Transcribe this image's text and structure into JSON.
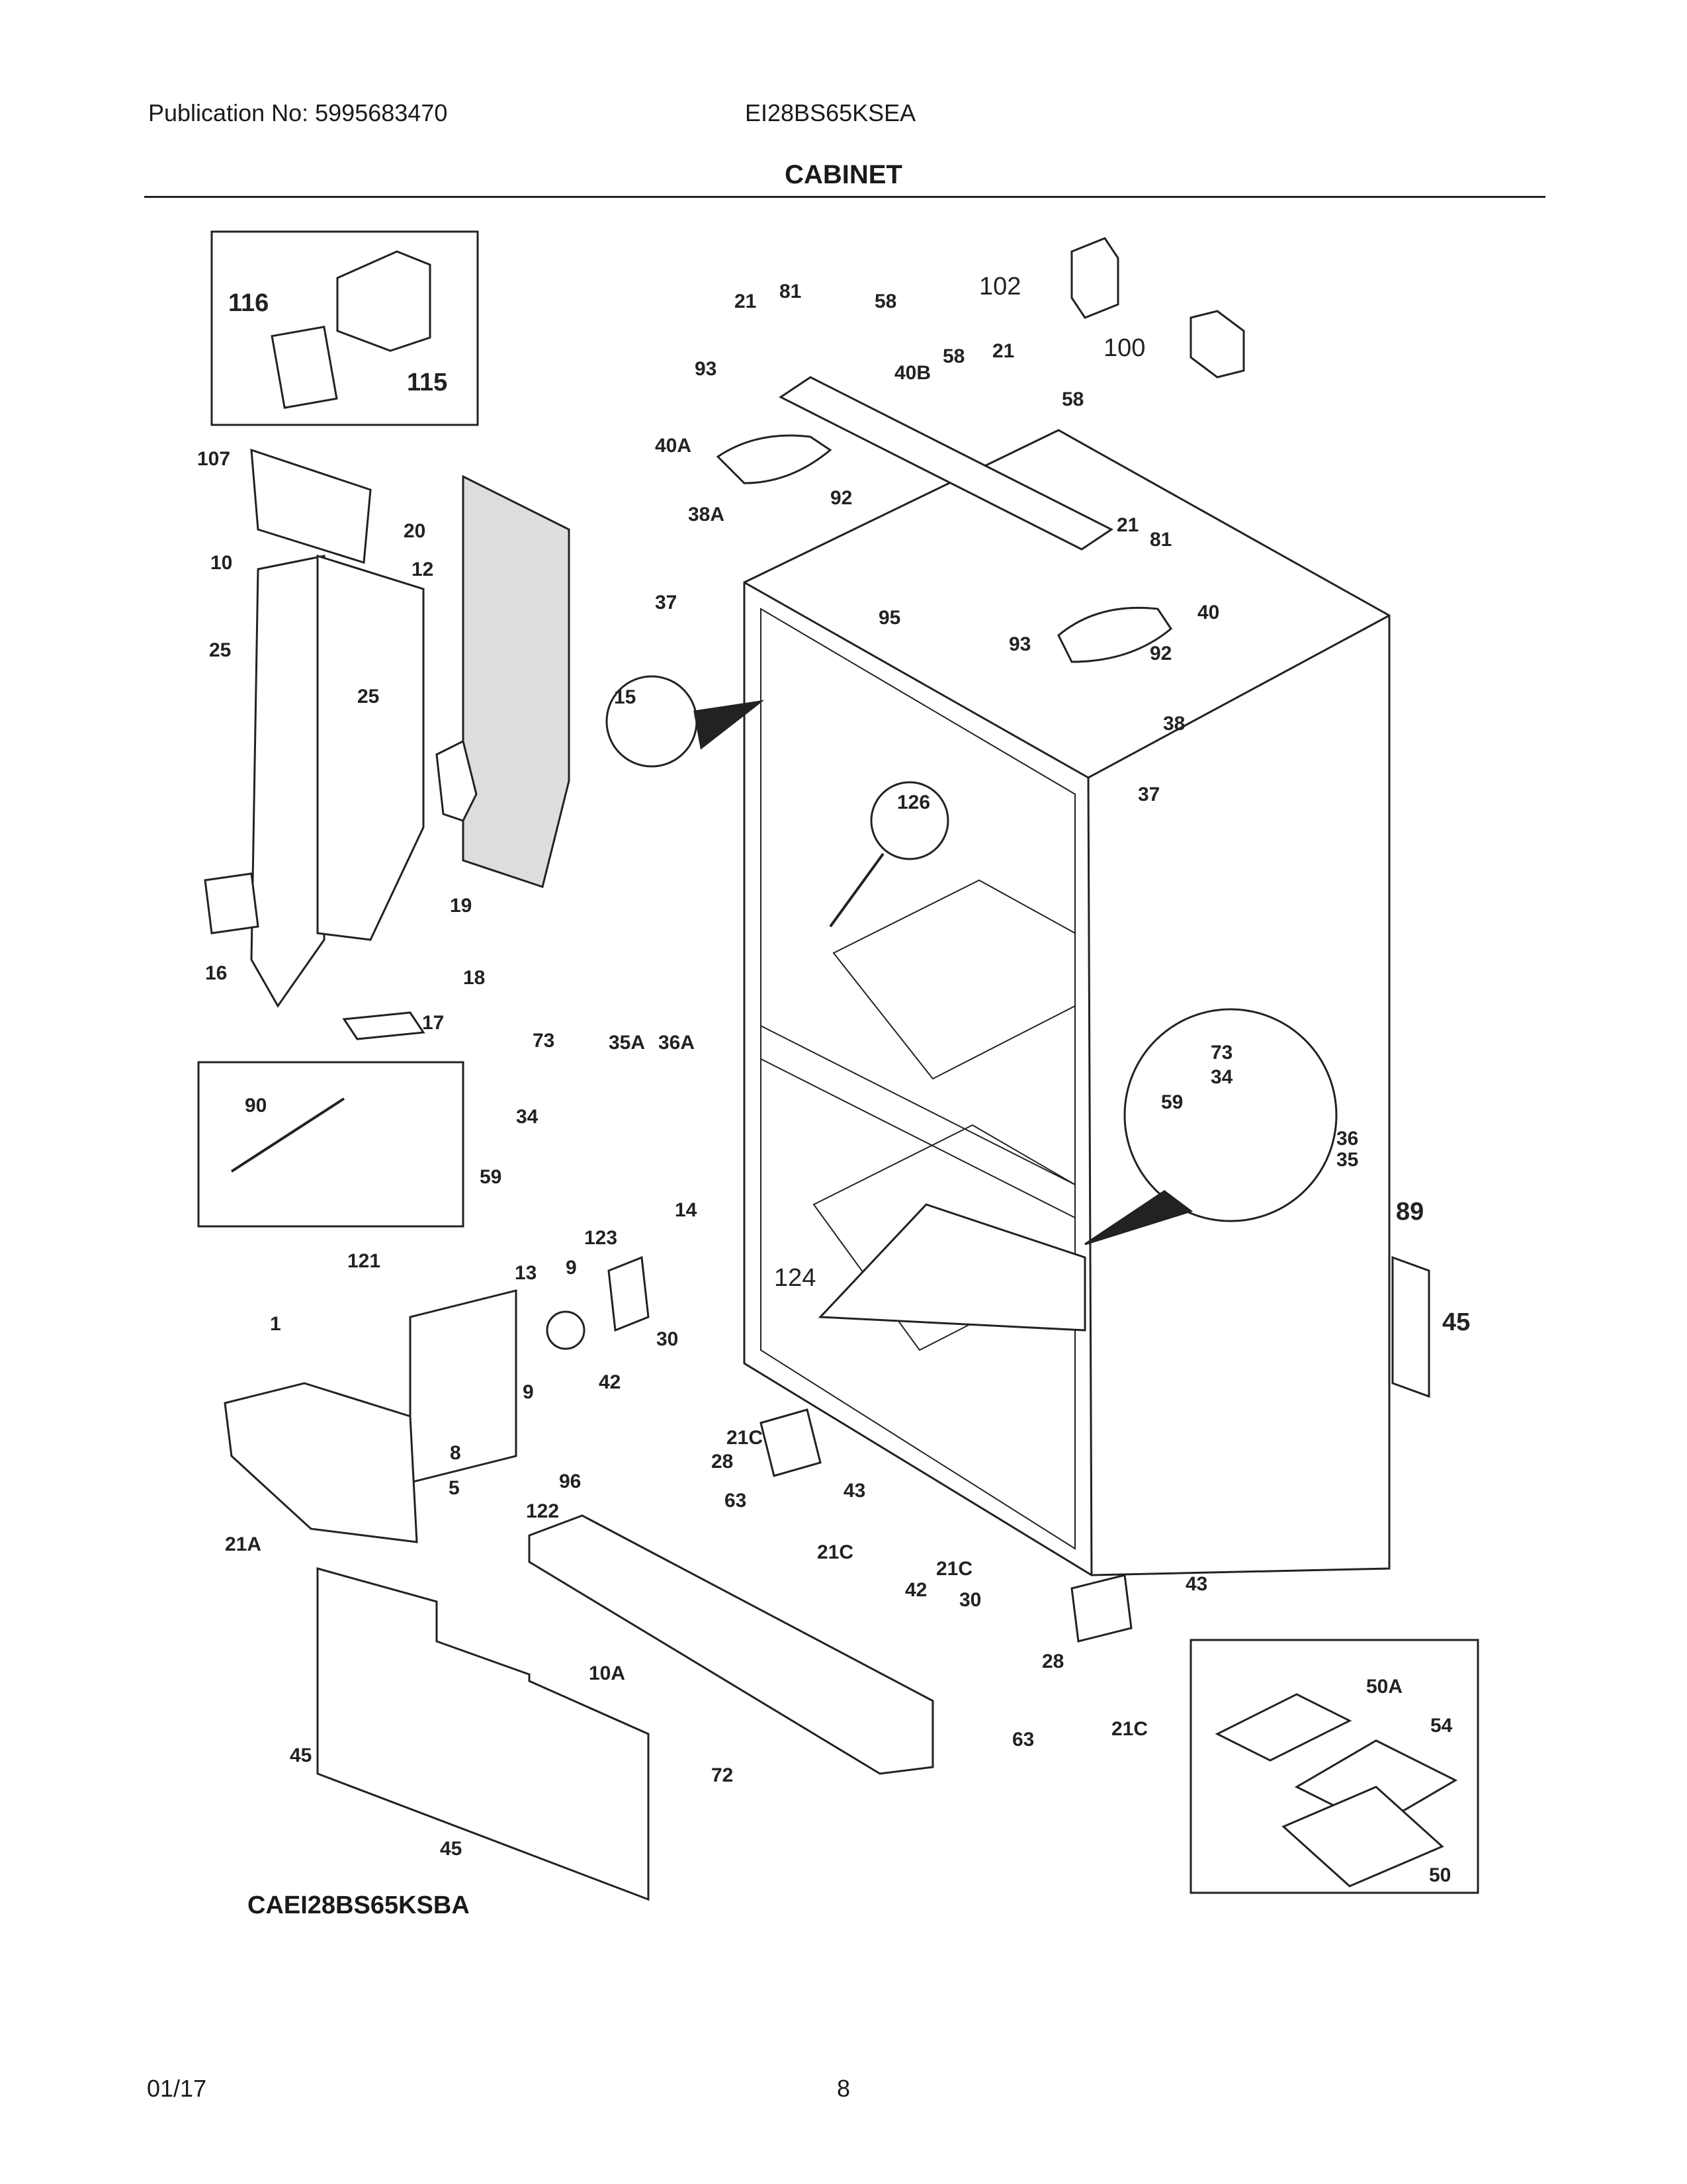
{
  "header": {
    "publication": "Publication No: 5995683470",
    "model": "EI28BS65KSEA",
    "title": "CABINET"
  },
  "footer": {
    "catalog_code": "CAEI28BS65KSBA",
    "date": "01/17",
    "page_number": "8"
  },
  "callouts": {
    "c116": "116",
    "c115": "115",
    "c107": "107",
    "c20": "20",
    "c10": "10",
    "c12": "12",
    "c25a": "25",
    "c25b": "25",
    "c19": "19",
    "c16": "16",
    "c18": "18",
    "c17": "17",
    "c90": "90",
    "c21a": "21",
    "c81a": "81",
    "c58a": "58",
    "c102": "102",
    "c93a": "93",
    "c40b": "40B",
    "c58b": "58",
    "c21b": "21",
    "c100": "100",
    "c58c": "58",
    "c40a": "40A",
    "c92a": "92",
    "c38a": "38A",
    "c21c": "21",
    "c81b": "81",
    "c37a": "37",
    "c95": "95",
    "c93b": "93",
    "c40": "40",
    "c92b": "92",
    "c15": "15",
    "c38": "38",
    "c37b": "37",
    "c126": "126",
    "c73a": "73",
    "c35a": "35A",
    "c36a": "36A",
    "c34a": "34",
    "c59a": "59",
    "c73b": "73",
    "c34b": "34",
    "c59b": "59",
    "c36": "36",
    "c35": "35",
    "c89": "89",
    "c45a": "45",
    "c14": "14",
    "c123": "123",
    "c121": "121",
    "c13": "13",
    "c9a": "9",
    "c124": "124",
    "c1": "1",
    "c9b": "9",
    "c30a": "30",
    "c42a": "42",
    "c8": "8",
    "c21ca": "21C",
    "c28a": "28",
    "c96": "96",
    "c5": "5",
    "c63a": "63",
    "c43a": "43",
    "c122": "122",
    "c21a2": "21A",
    "c21cb": "21C",
    "c21cc": "21C",
    "c42b": "42",
    "c30b": "30",
    "c43b": "43",
    "c10a": "10A",
    "c28b": "28",
    "c50a": "50A",
    "c54": "54",
    "c45b": "45",
    "c63b": "63",
    "c21cd": "21C",
    "c72": "72",
    "c45c": "45",
    "c50": "50"
  }
}
